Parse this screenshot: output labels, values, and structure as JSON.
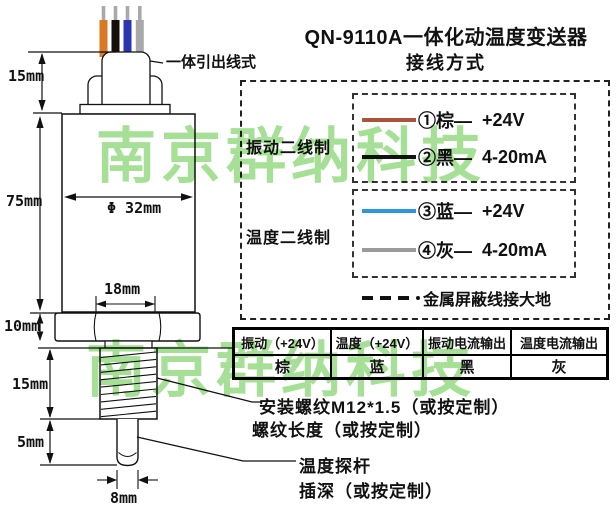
{
  "title": {
    "line1": "QN-9110A一体化动温度变送器",
    "line2": "接线方式"
  },
  "sensor": {
    "lead_label": "一体引出线式",
    "dims": {
      "top": "15mm",
      "body": "75mm",
      "body_dia": "Φ 32mm",
      "nut_width": "18mm",
      "nut": "10mm",
      "thread": "15mm",
      "probe": "5mm",
      "probe_dia": "8mm"
    },
    "top_wire_colors": [
      "#d97a22",
      "#15100a",
      "#2a35ae",
      "#a9a9a9"
    ]
  },
  "wiring": {
    "groups": [
      {
        "label": "振动二线制",
        "rows": [
          {
            "label": "①棕—",
            "value": "+24V",
            "wire_color": "#a8563a"
          },
          {
            "label": "②黑—",
            "value": "4-20mA",
            "wire_color": "#141414"
          }
        ]
      },
      {
        "label": "温度二线制",
        "rows": [
          {
            "label": "③蓝—",
            "value": "+24V",
            "wire_color": "#2e96dc"
          },
          {
            "label": "④灰—",
            "value": "4-20mA",
            "wire_color": "#9a9a9a"
          }
        ]
      }
    ],
    "shield_note": "金属屏蔽线接大地"
  },
  "table": {
    "headers": [
      "振动（+24V）",
      "温度（+24V）",
      "振动电流输出",
      "温度电流输出"
    ],
    "values": [
      "棕",
      "蓝",
      "黑",
      "灰"
    ]
  },
  "annotations": {
    "mount_thread": "安装螺纹M12*1.5（或按定制）",
    "thread_length": "螺纹长度（或按定制）",
    "probe": "温度探杆",
    "insert_depth": "插深（或按定制）"
  },
  "watermark": {
    "text": "南京群纳科技",
    "color": "#a6df96"
  }
}
